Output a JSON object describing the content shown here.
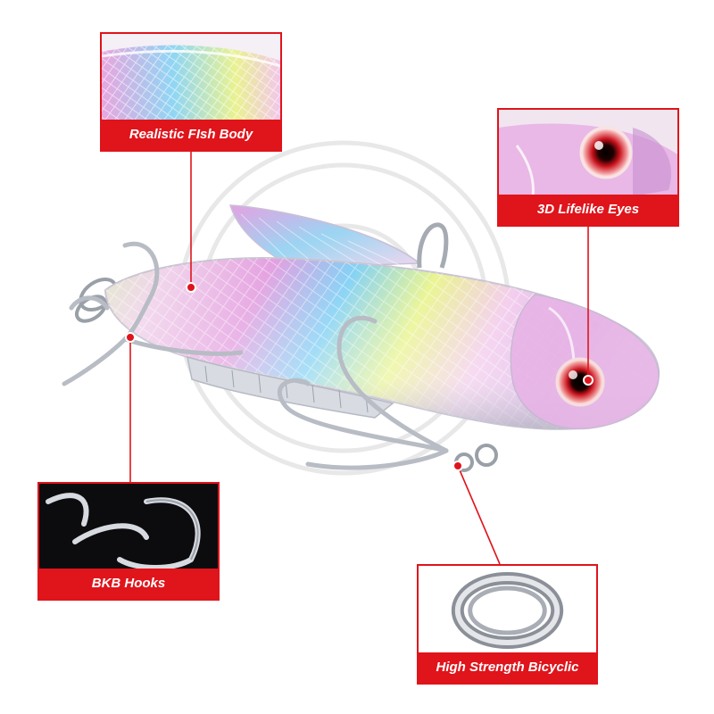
{
  "product": {
    "subject": "fishing-lure-vib",
    "colors": {
      "accent_red": "#e0141b",
      "eye_red": "#d11a2a",
      "body_pink": "#e6a8e0",
      "body_blue": "#7ec8f0",
      "body_yellow": "#e8f080",
      "metal": "#c9ccd3"
    }
  },
  "callouts": {
    "body": {
      "label": "Realistic FIsh Body"
    },
    "eyes": {
      "label": "3D Lifelike  Eyes"
    },
    "hooks": {
      "label": "BKB Hooks"
    },
    "ring": {
      "label": "High Strength Bicyclic"
    }
  }
}
